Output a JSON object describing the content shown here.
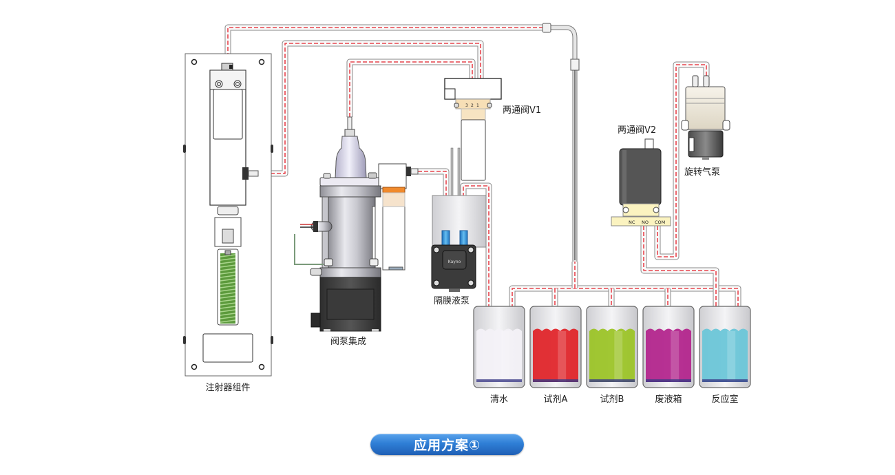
{
  "title_button": {
    "label": "应用方案①"
  },
  "components": {
    "syringe": {
      "label": "注射器组件"
    },
    "valve_pump": {
      "label": "阀泵集成"
    },
    "valve_v1": {
      "label": "两通阀V1",
      "port_marks": [
        "3",
        "2",
        "1"
      ]
    },
    "diaphragm_pump": {
      "label": "隔膜液泵",
      "brand_mark": "Kayno"
    },
    "valve_v2": {
      "label": "两通阀V2",
      "port_marks": [
        "NC",
        "NO",
        "COM"
      ]
    },
    "air_pump": {
      "label": "旋转气泵"
    }
  },
  "containers": [
    {
      "label": "清水",
      "liquid_color": "#f3f1f7"
    },
    {
      "label": "试剂A",
      "liquid_color": "#e0262b"
    },
    {
      "label": "试剂B",
      "liquid_color": "#9cc428"
    },
    {
      "label": "废液箱",
      "liquid_color": "#b3268d"
    },
    {
      "label": "反应室",
      "liquid_color": "#6cc6d8"
    }
  ],
  "colors": {
    "tube_flow": "#e8454d",
    "tube_outline": "#8a8a8a",
    "title_button": "#2f7fd6"
  }
}
